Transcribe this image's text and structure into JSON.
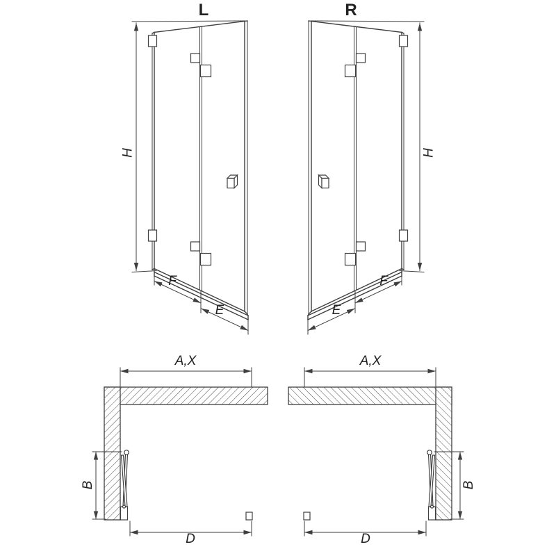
{
  "colors": {
    "line": "#3f3f3f",
    "background": "#ffffff"
  },
  "elevation_left": {
    "title": "L",
    "dim_height": "H",
    "dim_door_panel": "F",
    "dim_side_panel": "E"
  },
  "elevation_right": {
    "title": "R",
    "dim_height": "H",
    "dim_door_panel": "F",
    "dim_side_panel": "E"
  },
  "plan_left": {
    "dim_width": "A,X",
    "dim_fold_depth": "B",
    "dim_entry_width": "D"
  },
  "plan_right": {
    "dim_width": "A,X",
    "dim_fold_depth": "B",
    "dim_entry_width": "D"
  }
}
